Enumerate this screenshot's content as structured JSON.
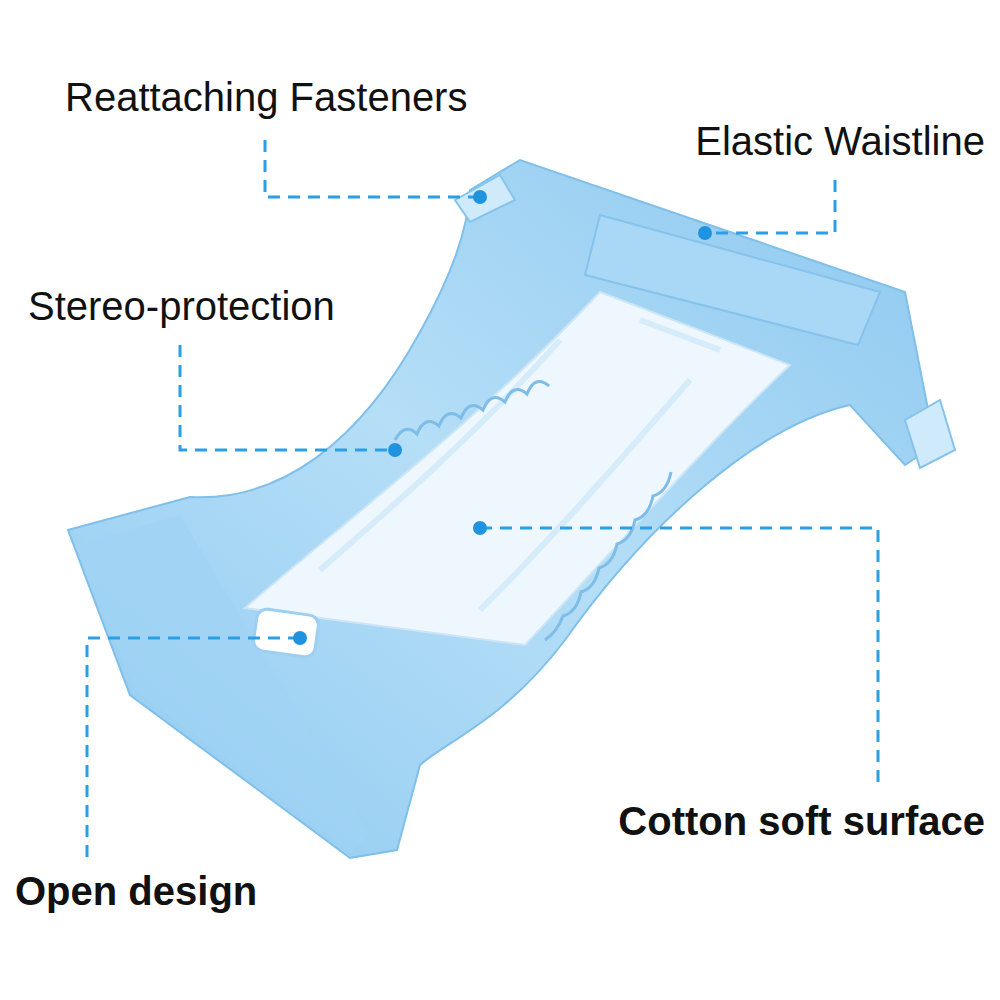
{
  "diagram": {
    "labels": [
      "Reattaching Fasteners",
      "Elastic Waistline",
      "Stereo-protection",
      "Cotton soft surface",
      "Open design"
    ]
  }
}
